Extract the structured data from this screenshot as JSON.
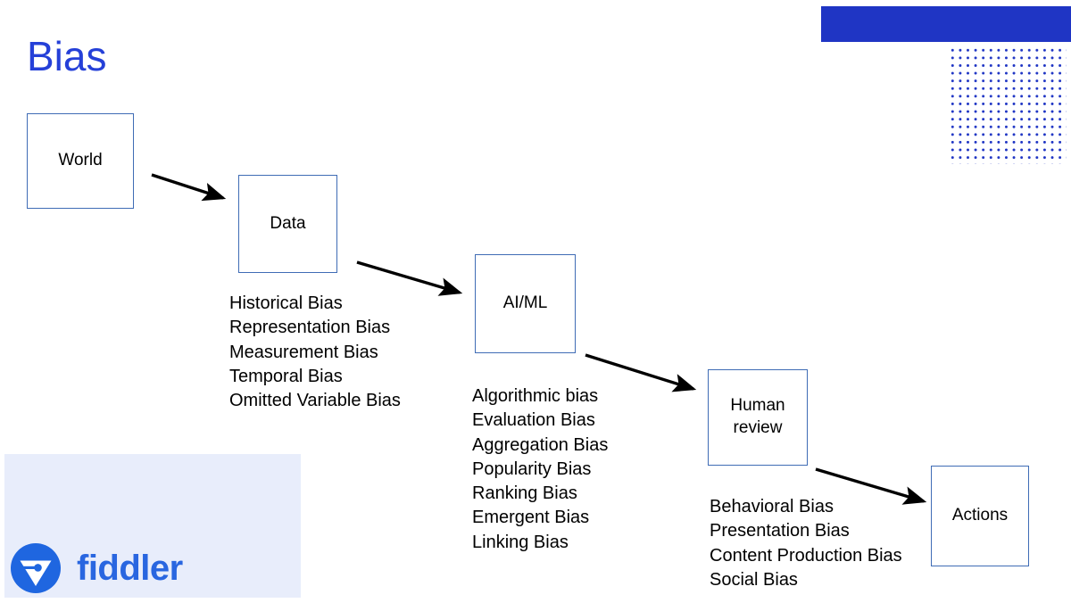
{
  "slide": {
    "title": "Bias",
    "background_color": "#ffffff",
    "accent_color": "#1f35c4",
    "title_color": "#2540d8",
    "box_border_color": "#3f6cb5"
  },
  "decor": {
    "top_bar_name": "blue-bar",
    "dot_grid_name": "dot-grid",
    "dot_grid_columns": 16,
    "dot_grid_rows": 16
  },
  "flow": {
    "nodes": [
      {
        "id": "world",
        "label": "World"
      },
      {
        "id": "data",
        "label": "Data"
      },
      {
        "id": "aiml",
        "label": "AI/ML"
      },
      {
        "id": "human",
        "label": "Human\nreview"
      },
      {
        "id": "actions",
        "label": "Actions"
      }
    ],
    "arrows": [
      {
        "from": "world",
        "to": "data"
      },
      {
        "from": "data",
        "to": "aiml"
      },
      {
        "from": "aiml",
        "to": "human"
      },
      {
        "from": "human",
        "to": "actions"
      }
    ]
  },
  "bias_lists": {
    "data_stage": {
      "items": [
        "Historical Bias",
        "Representation Bias",
        "Measurement Bias",
        "Temporal Bias",
        "Omitted Variable Bias"
      ]
    },
    "model_stage": {
      "items": [
        "Algorithmic bias",
        "Evaluation Bias",
        "Aggregation Bias",
        "Popularity Bias",
        "Ranking Bias",
        "Emergent Bias",
        "Linking Bias"
      ]
    },
    "human_stage": {
      "items": [
        "Behavioral Bias",
        "Presentation Bias",
        "Content Production Bias",
        "Social Bias"
      ]
    }
  },
  "logo": {
    "wordmark": "fiddler",
    "mark_name": "fiddler-triangle-icon",
    "panel_color": "#e8edfb",
    "mark_color": "#1f66e0",
    "word_color": "#2966e0"
  }
}
